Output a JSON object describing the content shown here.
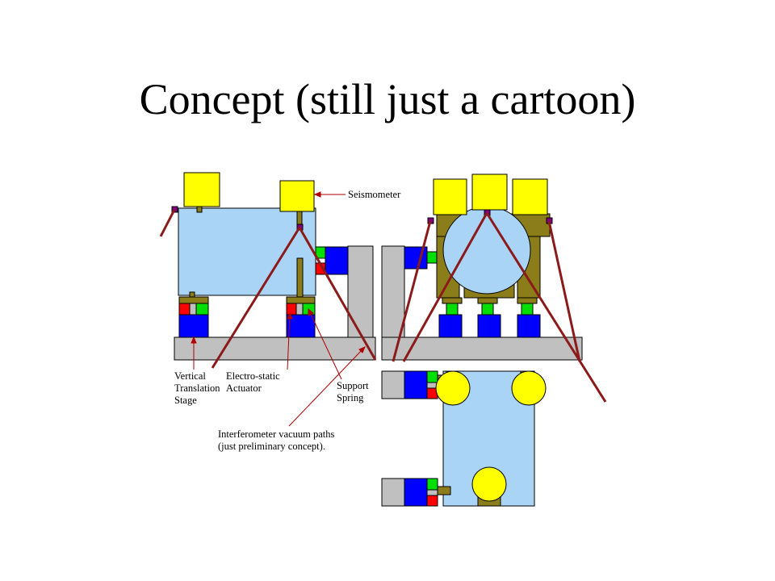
{
  "slide": {
    "title": "Concept (still just a cartoon)"
  },
  "labels": {
    "seismometer": "Seismometer",
    "vertical_stage": [
      "Vertical",
      "Translation",
      "Stage"
    ],
    "actuator": [
      "Electro-static",
      "Actuator"
    ],
    "spring": [
      "Support",
      "Spring"
    ],
    "vacuum": [
      "Interferometer vacuum paths",
      "(just preliminary concept)."
    ]
  },
  "colors": {
    "optic_body": "#aad4f5",
    "seismometer": "#ffff00",
    "blue_block": "#0000ff",
    "green_block": "#00e000",
    "red_block": "#ff0000",
    "olive": "#8b7d1a",
    "base_gray": "#c0c0c0",
    "vacuum_path": "#8b1a1a",
    "mount_purple": "#800080"
  }
}
